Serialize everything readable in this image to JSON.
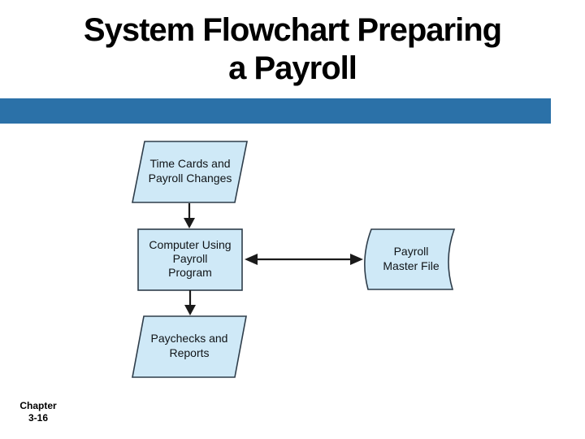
{
  "slide": {
    "title": {
      "line1": "System Flowchart Preparing",
      "line2": "a Payroll"
    },
    "footer": {
      "line1": "Chapter",
      "line2": "3-16"
    },
    "colors": {
      "accent_bar": "#2b71a8",
      "shape_fill": "#cfe9f7",
      "shape_border": "#2e3d4a",
      "arrow": "#1a1a1a"
    }
  },
  "flowchart": {
    "nodes": [
      {
        "id": "time-cards",
        "type": "parallelogram",
        "role": "input",
        "lines": [
          "Time Cards and",
          "Payroll Changes"
        ]
      },
      {
        "id": "payroll-program",
        "type": "rectangle",
        "role": "process",
        "lines": [
          "Computer Using",
          "Payroll",
          "Program"
        ]
      },
      {
        "id": "payroll-master-file",
        "type": "stored-data",
        "role": "storage",
        "lines": [
          "Payroll",
          "Master File"
        ]
      },
      {
        "id": "paychecks",
        "type": "parallelogram",
        "role": "output",
        "lines": [
          "Paychecks and",
          "Reports"
        ]
      }
    ],
    "connections": [
      {
        "from": "time-cards",
        "to": "payroll-program",
        "direction": "down",
        "arrow": "single"
      },
      {
        "from": "payroll-program",
        "to": "payroll-master-file",
        "direction": "horizontal",
        "arrow": "double"
      },
      {
        "from": "payroll-program",
        "to": "paychecks",
        "direction": "down",
        "arrow": "single"
      }
    ]
  }
}
